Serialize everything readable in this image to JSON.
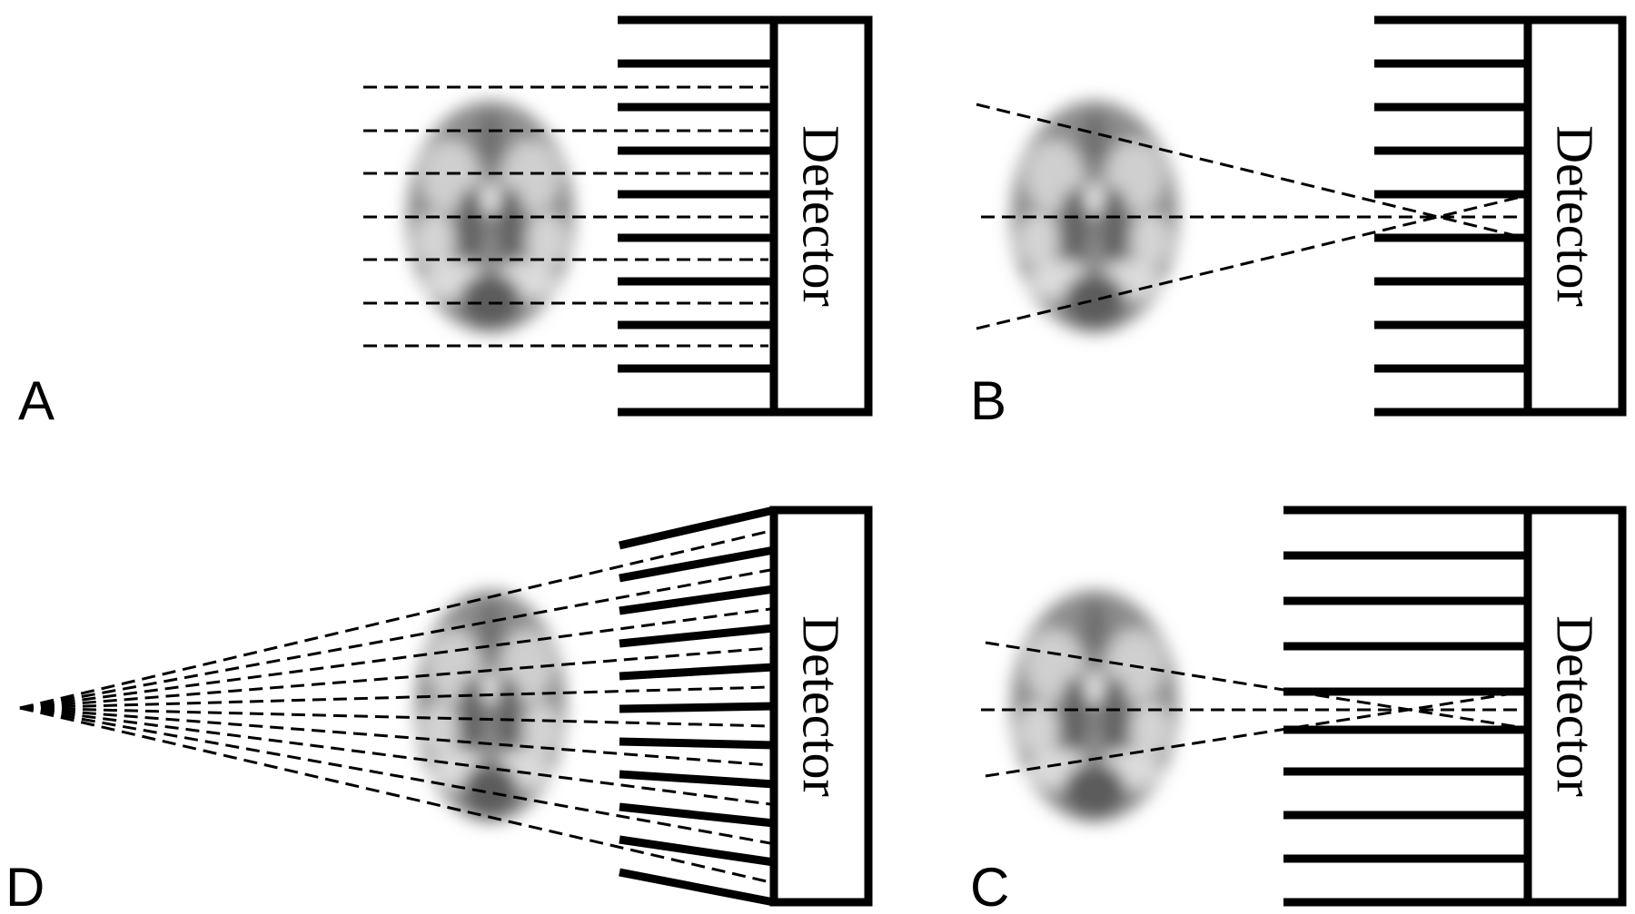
{
  "panels": [
    {
      "id": "A",
      "letter": "A",
      "detector_label": "Detector"
    },
    {
      "id": "B",
      "letter": "B",
      "detector_label": "Detector"
    },
    {
      "id": "C",
      "letter": "C",
      "detector_label": "Detector"
    },
    {
      "id": "D",
      "letter": "D",
      "detector_label": "Detector"
    }
  ],
  "colors": {
    "ink": "#000000",
    "background": "#ffffff",
    "brain_dark": "#5c5c5c",
    "brain_light": "#e6e6e6"
  }
}
